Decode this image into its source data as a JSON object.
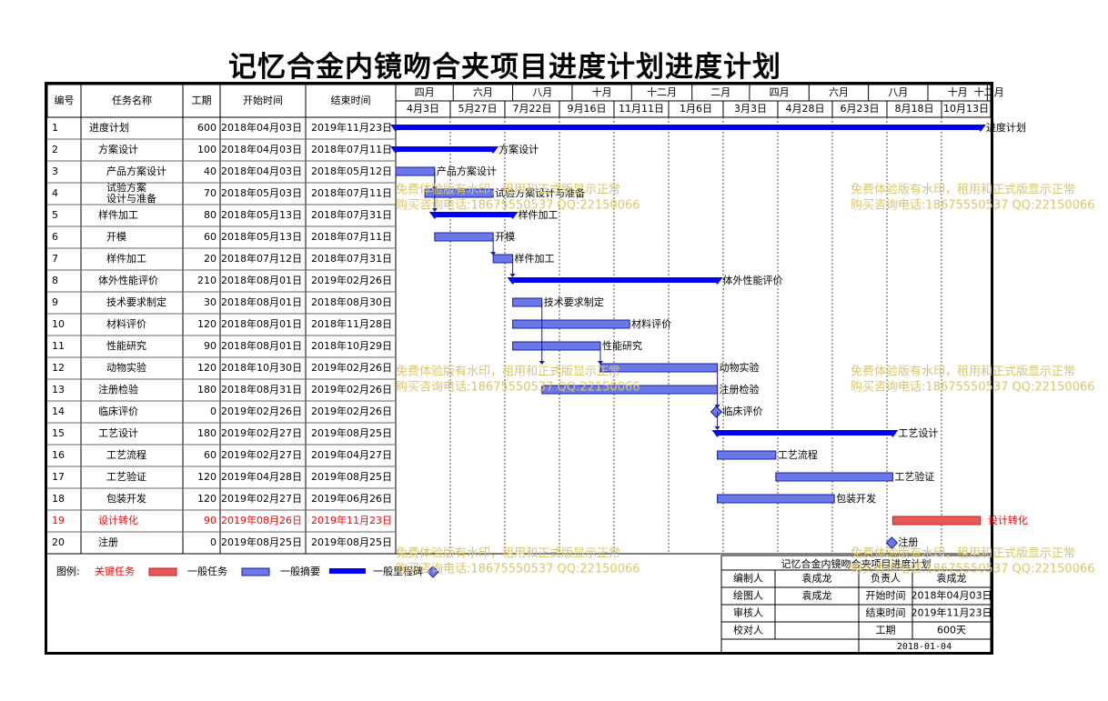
{
  "title": "记忆合金内镜吻合夹项目进度计划进度计划",
  "columns": {
    "id": "编号",
    "name": "任务名称",
    "duration": "工期",
    "start": "开始时间",
    "end": "结束时间"
  },
  "timescale": {
    "top": [
      "四月",
      "六月",
      "八月",
      "十月",
      "十二月",
      "二月",
      "四月",
      "六月",
      "八月",
      "十月",
      "十二月"
    ],
    "bottom": [
      "4月3日",
      "5月27日",
      "7月22日",
      "9月16日",
      "11月11日",
      "1月6日",
      "3月3日",
      "4月28日",
      "6月23日",
      "8月18日",
      "10月13日",
      ""
    ]
  },
  "tasks": [
    {
      "id": "1",
      "name": "进度计划",
      "duration": "600",
      "start": "2018年04月03日",
      "end": "2019年11月23日",
      "level": 0,
      "type": "summary",
      "critical": false
    },
    {
      "id": "2",
      "name": "方案设计",
      "duration": "100",
      "start": "2018年04月03日",
      "end": "2018年07月11日",
      "level": 1,
      "type": "summary",
      "critical": false
    },
    {
      "id": "3",
      "name": "产品方案设计",
      "duration": "40",
      "start": "2018年04月03日",
      "end": "2018年05月12日",
      "level": 2,
      "type": "task",
      "critical": false
    },
    {
      "id": "4",
      "name": "试验方案设计与准备",
      "duration": "70",
      "start": "2018年05月03日",
      "end": "2018年07月11日",
      "level": 2,
      "type": "task",
      "critical": false
    },
    {
      "id": "5",
      "name": "样件加工",
      "duration": "80",
      "start": "2018年05月13日",
      "end": "2018年07月31日",
      "level": 1,
      "type": "summary",
      "critical": false
    },
    {
      "id": "6",
      "name": "开模",
      "duration": "60",
      "start": "2018年05月13日",
      "end": "2018年07月11日",
      "level": 2,
      "type": "task",
      "critical": false
    },
    {
      "id": "7",
      "name": "样件加工",
      "duration": "20",
      "start": "2018年07月12日",
      "end": "2018年07月31日",
      "level": 2,
      "type": "task",
      "critical": false
    },
    {
      "id": "8",
      "name": "体外性能评价",
      "duration": "210",
      "start": "2018年08月01日",
      "end": "2019年02月26日",
      "level": 1,
      "type": "summary",
      "critical": false
    },
    {
      "id": "9",
      "name": "技术要求制定",
      "duration": "30",
      "start": "2018年08月01日",
      "end": "2018年08月30日",
      "level": 2,
      "type": "task",
      "critical": false
    },
    {
      "id": "10",
      "name": "材料评价",
      "duration": "120",
      "start": "2018年08月01日",
      "end": "2018年11月28日",
      "level": 2,
      "type": "task",
      "critical": false
    },
    {
      "id": "11",
      "name": "性能研究",
      "duration": "90",
      "start": "2018年08月01日",
      "end": "2018年10月29日",
      "level": 2,
      "type": "task",
      "critical": false
    },
    {
      "id": "12",
      "name": "动物实验",
      "duration": "120",
      "start": "2018年10月30日",
      "end": "2019年02月26日",
      "level": 2,
      "type": "task",
      "critical": false
    },
    {
      "id": "13",
      "name": "注册检验",
      "duration": "180",
      "start": "2018年08月31日",
      "end": "2019年02月26日",
      "level": 1,
      "type": "task",
      "critical": false
    },
    {
      "id": "14",
      "name": "临床评价",
      "duration": "0",
      "start": "2019年02月26日",
      "end": "2019年02月26日",
      "level": 1,
      "type": "milestone",
      "critical": false
    },
    {
      "id": "15",
      "name": "工艺设计",
      "duration": "180",
      "start": "2019年02月27日",
      "end": "2019年08月25日",
      "level": 1,
      "type": "summary",
      "critical": false
    },
    {
      "id": "16",
      "name": "工艺流程",
      "duration": "60",
      "start": "2019年02月27日",
      "end": "2019年04月27日",
      "level": 2,
      "type": "task",
      "critical": false
    },
    {
      "id": "17",
      "name": "工艺验证",
      "duration": "120",
      "start": "2019年04月28日",
      "end": "2019年08月25日",
      "level": 2,
      "type": "task",
      "critical": false
    },
    {
      "id": "18",
      "name": "包装开发",
      "duration": "120",
      "start": "2019年02月27日",
      "end": "2019年06月26日",
      "level": 2,
      "type": "task",
      "critical": false
    },
    {
      "id": "19",
      "name": "设计转化",
      "duration": "90",
      "start": "2019年08月26日",
      "end": "2019年11月23日",
      "level": 1,
      "type": "task",
      "critical": true
    },
    {
      "id": "20",
      "name": "注册",
      "duration": "0",
      "start": "2019年08月25日",
      "end": "2019年08月25日",
      "level": 1,
      "type": "milestone",
      "critical": false
    }
  ],
  "chart_data": {
    "type": "gantt",
    "title": "记忆合金内镜吻合夹项目进度计划进度计划",
    "x_range": [
      "2018-04-03",
      "2019-11-23"
    ],
    "bars": [
      {
        "label": "进度计划",
        "start": "2018-04-03",
        "end": "2019-11-23",
        "kind": "summary"
      },
      {
        "label": "方案设计",
        "start": "2018-04-03",
        "end": "2018-07-11",
        "kind": "summary"
      },
      {
        "label": "产品方案设计",
        "start": "2018-04-03",
        "end": "2018-05-12",
        "kind": "task"
      },
      {
        "label": "试验方案设计与准备",
        "start": "2018-05-03",
        "end": "2018-07-11",
        "kind": "task"
      },
      {
        "label": "样件加工",
        "start": "2018-05-13",
        "end": "2018-07-31",
        "kind": "summary"
      },
      {
        "label": "开模",
        "start": "2018-05-13",
        "end": "2018-07-11",
        "kind": "task"
      },
      {
        "label": "样件加工",
        "start": "2018-07-12",
        "end": "2018-07-31",
        "kind": "task"
      },
      {
        "label": "体外性能评价",
        "start": "2018-08-01",
        "end": "2019-02-26",
        "kind": "summary"
      },
      {
        "label": "技术要求制定",
        "start": "2018-08-01",
        "end": "2018-08-30",
        "kind": "task"
      },
      {
        "label": "材料评价",
        "start": "2018-08-01",
        "end": "2018-11-28",
        "kind": "task"
      },
      {
        "label": "性能研究",
        "start": "2018-08-01",
        "end": "2018-10-29",
        "kind": "task"
      },
      {
        "label": "动物实验",
        "start": "2018-10-30",
        "end": "2019-02-26",
        "kind": "task"
      },
      {
        "label": "注册检验",
        "start": "2018-08-31",
        "end": "2019-02-26",
        "kind": "task"
      },
      {
        "label": "临床评价",
        "start": "2019-02-26",
        "end": "2019-02-26",
        "kind": "milestone"
      },
      {
        "label": "工艺设计",
        "start": "2019-02-27",
        "end": "2019-08-25",
        "kind": "summary"
      },
      {
        "label": "工艺流程",
        "start": "2019-02-27",
        "end": "2019-04-27",
        "kind": "task"
      },
      {
        "label": "工艺验证",
        "start": "2019-04-28",
        "end": "2019-08-25",
        "kind": "task"
      },
      {
        "label": "包装开发",
        "start": "2019-02-27",
        "end": "2019-06-26",
        "kind": "task"
      },
      {
        "label": "设计转化",
        "start": "2019-08-26",
        "end": "2019-11-23",
        "kind": "critical"
      },
      {
        "label": "注册",
        "start": "2019-08-25",
        "end": "2019-08-25",
        "kind": "milestone"
      }
    ]
  },
  "legend": {
    "label": "图例:",
    "critical": "关键任务",
    "normal": "一般任务",
    "summary_sub": "一般摘要",
    "summary": "一般里程碑"
  },
  "info": {
    "title": "记忆合金内镜吻合夹项目进度计划",
    "editor_label": "编制人",
    "editor": "袁成龙",
    "owner_label": "负责人",
    "owner": "袁成龙",
    "drawer_label": "绘图人",
    "drawer": "袁成龙",
    "start_label": "开始时间",
    "start": "2018年04月03日",
    "reviewer_label": "审核人",
    "reviewer": "",
    "end_label": "结束时间",
    "end": "2019年11月23日",
    "checker_label": "校对人",
    "checker": "",
    "duration_label": "工期",
    "duration": "600天",
    "date": "2018-01-04"
  },
  "watermark": {
    "line1": "免费体验版有水印，租用和正式版显示正常",
    "line2": "购买咨询电话:18675550537 QQ:22150066"
  },
  "colors": {
    "summary": "#0000ff",
    "task_fill": "#6b78e8",
    "task_border": "#1a1aa0",
    "critical_fill": "#e85a5a",
    "critical_text": "#ff0000",
    "watermark": "#d9c56a"
  }
}
